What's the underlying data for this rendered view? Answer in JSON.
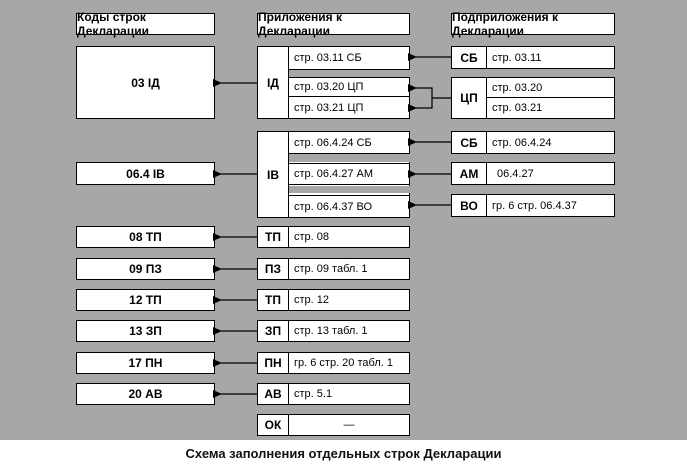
{
  "headers": {
    "codes": "Коды строк Декларации",
    "apps": "Приложения к Декларации",
    "subapps": "Подприложения к Декларации"
  },
  "codes": {
    "id": "03 ІД",
    "iv": "06.4 ІВ",
    "tp08": "08 ТП",
    "pz": "09 ПЗ",
    "tp12": "12 ТП",
    "zp": "13 ЗП",
    "pn": "17 ПН",
    "av": "20 АВ"
  },
  "apps": {
    "id": {
      "code": "ІД",
      "rows": [
        "стр. 03.11 СБ",
        "стр. 03.20 ЦП",
        "стр. 03.21 ЦП"
      ]
    },
    "iv": {
      "code": "ІВ",
      "rows": [
        "стр. 06.4.24 СБ",
        "стр. 06.4.27 АМ",
        "стр. 06.4.37 ВО"
      ]
    },
    "tp08": {
      "code": "ТП",
      "text": "стр. 08"
    },
    "pz": {
      "code": "ПЗ",
      "text": "стр. 09 табл. 1"
    },
    "tp12": {
      "code": "ТП",
      "text": "стр. 12"
    },
    "zp": {
      "code": "ЗП",
      "text": "стр. 13 табл. 1"
    },
    "pn": {
      "code": "ПН",
      "text": "гр. 6 стр. 20 табл. 1"
    },
    "av": {
      "code": "АВ",
      "text": "стр. 5.1"
    },
    "ok": {
      "code": "ОК",
      "text": "—"
    }
  },
  "subapps": {
    "sb1": {
      "code": "СБ",
      "text": "стр. 03.11"
    },
    "cp": {
      "code": "ЦП",
      "rows": [
        "стр. 03.20",
        "стр. 03.21"
      ]
    },
    "sb2": {
      "code": "СБ",
      "text": "стр. 06.4.24"
    },
    "am": {
      "code": "АМ",
      "text": "06.4.27"
    },
    "vo": {
      "code": "ВО",
      "text": "гр. 6 стр. 06.4.37"
    }
  },
  "caption": "Схема заполнения отдельных строк Декларации"
}
